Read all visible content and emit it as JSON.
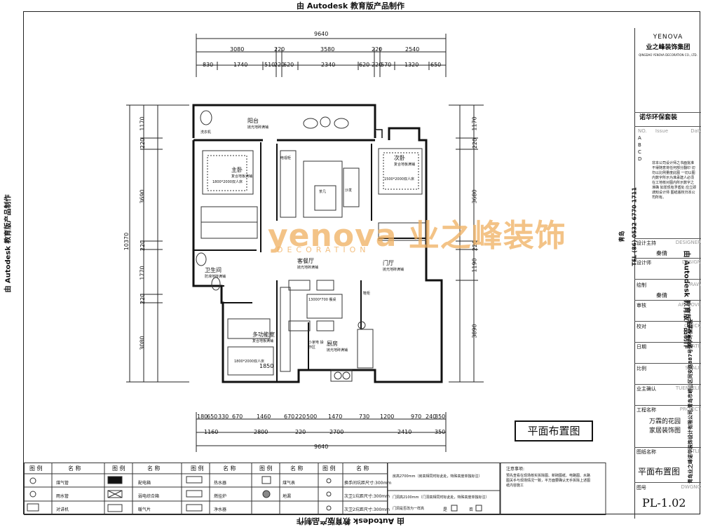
{
  "watermark": {
    "top": "由 Autodesk 教育版产品制作",
    "bottom": "由 Autodesk 教育版产品制作",
    "left": "由 Autodesk 教育版产品制作",
    "right": "由 Autodesk 教育版产品制作"
  },
  "dims_top": {
    "total": "9640",
    "row2": [
      "3080",
      "220",
      "3580",
      "220",
      "2540"
    ],
    "row3": [
      "830",
      "1740",
      "510",
      "220",
      "620",
      "2340",
      "620",
      "220",
      "570",
      "1320",
      "650"
    ]
  },
  "dims_bottom": {
    "row1": [
      "180",
      "650",
      "330",
      "670",
      "1460",
      "670",
      "220",
      "500",
      "1470",
      "730",
      "1200",
      "970",
      "240",
      "350"
    ],
    "row2": [
      "1160",
      "2800",
      "220",
      "2700",
      "2410",
      "350"
    ],
    "total": "9640"
  },
  "dims_left": {
    "total": "10370",
    "parts": [
      "1170",
      "220",
      "3690",
      "220",
      "1770",
      "220",
      "3080"
    ]
  },
  "dims_right": {
    "parts": [
      "1170",
      "220",
      "3680",
      "220",
      "1190",
      "3890"
    ]
  },
  "rooms": {
    "balcony": {
      "name": "阳台",
      "floor": "抛光地砖满铺"
    },
    "master": {
      "name": "主卧",
      "floor": "复合地板满铺",
      "bed": "1800*2000双人床"
    },
    "second": {
      "name": "次卧",
      "floor": "复合地板满铺",
      "bed": "1500*2000双人床"
    },
    "bath": {
      "name": "卫生间",
      "floor": "防滑地砖满铺"
    },
    "living": {
      "name": "客餐厅",
      "floor": "抛光地砖满铺"
    },
    "hall": {
      "name": "门厅",
      "floor": "抛光地砖满铺"
    },
    "multi": {
      "name": "多功能室",
      "floor": "复合地板满铺",
      "bed": "1800*2000双人床",
      "size": "1850"
    },
    "kitchen": {
      "name": "厨房",
      "floor": "抛光地砖满铺"
    },
    "small_labels": [
      "洗衣机",
      "电视柜",
      "茶几",
      "沙发",
      "鞋柜",
      "13000*700 餐桌",
      "小家电 操作区"
    ]
  },
  "brand_watermark": {
    "main": "yenova 业之峰装饰",
    "sub": "DECORATION"
  },
  "drawing_title": "平面布置图",
  "title_block": {
    "logo": "YENOVA",
    "logo_cn": "业之峰装饰集团",
    "company_en": "QINGDAO YENOVA DECORATION CO., LTD.",
    "project_set": "诺华环保套装",
    "revision_cols": [
      "NO.",
      "Issue",
      "Date"
    ],
    "revision_rows": [
      "A",
      "B",
      "C",
      "D"
    ],
    "tel": "TEL (86) 0532 6770 1711",
    "city": "青岛",
    "note": "非本公司设计师之书面批准不得随意将任何部分翻印 切勿以比例量度此图 一切以图内数字所示为准承建人必须在工地核对图内所示数字之准确 如发现有矛盾处 应立即通知设计师 图纸版权归本公司所有。",
    "rows": [
      {
        "cn": "设计主持",
        "en": "DESIGNER",
        "val": "秦倩"
      },
      {
        "cn": "设计师",
        "en": "DESIGN",
        "val": ""
      },
      {
        "cn": "绘制",
        "en": "DRAW",
        "val": "秦倩"
      },
      {
        "cn": "审核",
        "en": "APPROVE",
        "val": ""
      },
      {
        "cn": "校对",
        "en": "CHECK",
        "val": ""
      },
      {
        "cn": "日期",
        "en": "DATE",
        "val": ""
      },
      {
        "cn": "比例",
        "en": "SCALE",
        "val": ""
      },
      {
        "cn": "业主确认",
        "en": "TUENTELE",
        "val": ""
      }
    ],
    "project_label": "工程名称",
    "project_en": "PROJECT",
    "project_name": [
      "万霖的花园",
      "家居装饰图"
    ],
    "drawing_label": "图纸名称",
    "drawing_en": "TITLE",
    "drawing_name": "平面布置图",
    "drawing_no_label": "图号",
    "drawing_no_en": "DWGNO",
    "drawing_no": "PL-1.02"
  },
  "address": "青岛业之峰诺华装饰设计有限公司,青岛市崂山区同安路887号诺华环保套装",
  "legend": {
    "headers": [
      "图 例",
      "名 称",
      "图 例",
      "名 称",
      "图 例",
      "名 称",
      "图 例",
      "名 称",
      "图 例",
      "名 称"
    ],
    "items": [
      [
        "",
        "煤气管",
        "",
        "配电箱",
        "",
        "热水器",
        "",
        "煤气表",
        "",
        "换手间坑距尺寸:300mm"
      ],
      [
        "",
        "雨水管",
        "",
        "弱电综合箱",
        "",
        "燃挂炉",
        "",
        "地漏",
        "",
        "次卫1坑距尺寸:300mm"
      ],
      [
        "",
        "对讲机",
        "",
        "暖气片",
        "",
        "净水器",
        "",
        "",
        "",
        "次卫2坑距尺寸:300mm"
      ]
    ],
    "notes1": "房高2700mm（房高相同时标此处，特殊高度单独标注）",
    "notes2": "门洞高2100mm（门洞高相同时标此处，特殊高度单独标注）",
    "notes3": "门洞是否改为一样高",
    "yes": "是",
    "no": "否",
    "attention_title": "注意事项:",
    "attention": "预先查看在现场核实拆除图、新砌图纸、电路图、水路图关手与现场情况一致，平方面要确认无手拆除上述图纸内容施工"
  }
}
